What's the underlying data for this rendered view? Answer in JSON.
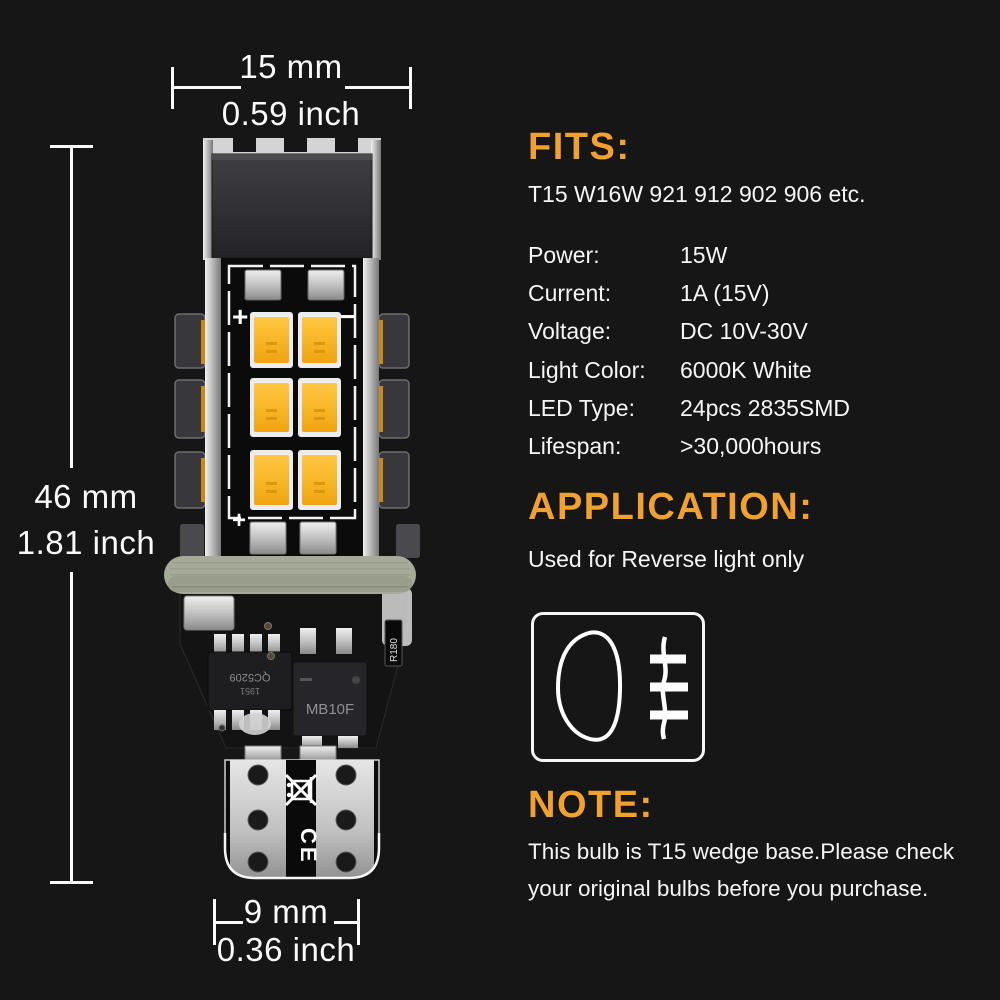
{
  "colors": {
    "background": "#161616",
    "accent_orange": "#f0a12f",
    "text": "#f5f5f5",
    "led_amber": "#f4a916",
    "oring_sage": "#a6aa98"
  },
  "dimensions": {
    "top": {
      "mm": "15 mm",
      "inch": "0.59 inch"
    },
    "left": {
      "mm": "46 mm",
      "inch": "1.81 inch"
    },
    "bottom": {
      "mm": "9 mm",
      "inch": "0.36 inch"
    }
  },
  "fits": {
    "heading": "FITS:",
    "models": "T15 W16W 921 912 902 906 etc."
  },
  "specs": {
    "rows": [
      {
        "label": "Power:",
        "value": "15W"
      },
      {
        "label": "Current:",
        "value": "1A (15V)"
      },
      {
        "label": "Voltage:",
        "value": "DC 10V-30V"
      },
      {
        "label": "Light Color:",
        "value": "6000K White"
      },
      {
        "label": "LED Type:",
        "value": "24pcs 2835SMD"
      },
      {
        "label": "Lifespan:",
        "value": ">30,000hours"
      }
    ]
  },
  "application": {
    "heading": "APPLICATION:",
    "text": "Used for Reverse light only"
  },
  "note": {
    "heading": "NOTE:",
    "line1": "This bulb is T15 wedge base.Please check",
    "line2": "your original bulbs before you purchase."
  },
  "bulb": {
    "plus": "+",
    "minus": "−",
    "driver_chip_text": "QC5209",
    "driver_chip_text2": "1951",
    "rectifier_chip_text": "MB10F",
    "resistor_text": "R180",
    "ce_mark": "CE"
  }
}
